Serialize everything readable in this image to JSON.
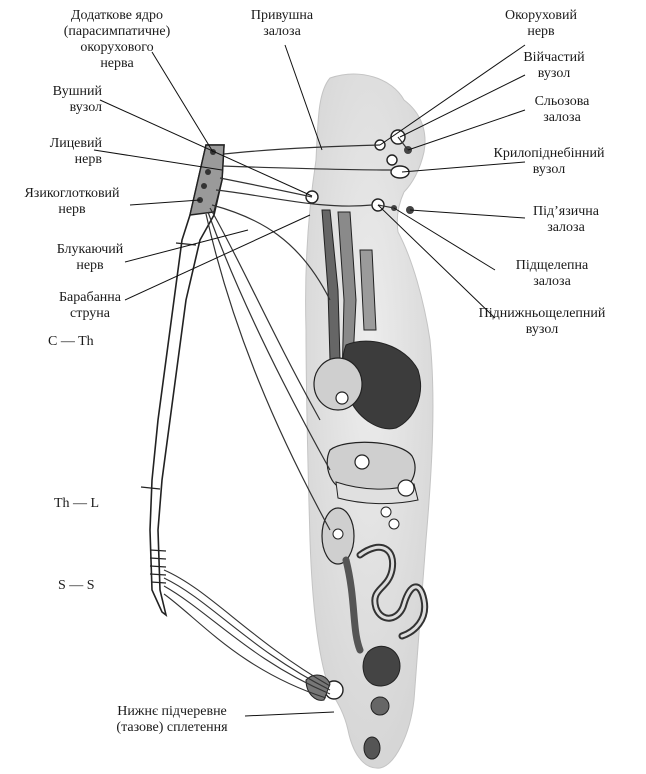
{
  "labels": {
    "accessory_nucleus": [
      "Додаткове ядро",
      "(парасимпатичне)",
      "окорухового",
      "нерва"
    ],
    "otic_ganglion": [
      "Вушний",
      "вузол"
    ],
    "facial_nerve": [
      "Лицевий",
      "нерв"
    ],
    "glossopharyngeal_nerve": [
      "Язикоглотковий",
      "нерв"
    ],
    "vagus_nerve": [
      "Блукаючий",
      "нерв"
    ],
    "chorda_tympani": [
      "Барабанна",
      "струна"
    ],
    "parotid_gland": [
      "Привушна",
      "залоза"
    ],
    "oculomotor_nerve": [
      "Окоруховий",
      "нерв"
    ],
    "ciliary_ganglion": [
      "Війчастий",
      "вузол"
    ],
    "lacrimal_gland": [
      "Сльозова",
      "залоза"
    ],
    "pterygopalatine_ganglion": [
      "Крилопіднебінний",
      "вузол"
    ],
    "sublingual_gland": [
      "Під’язична",
      "залоза"
    ],
    "submandibular_gland": [
      "Підщелепна",
      "залоза"
    ],
    "submandibular_ganglion": [
      "Піднижньощелепний",
      "вузол"
    ],
    "pelvic_plexus": [
      "Нижнє підчеревне",
      "(тазове) сплетення"
    ]
  },
  "segments": {
    "c_th": "C — Th",
    "th_l": "Th — L",
    "s_s": "S — S"
  }
}
